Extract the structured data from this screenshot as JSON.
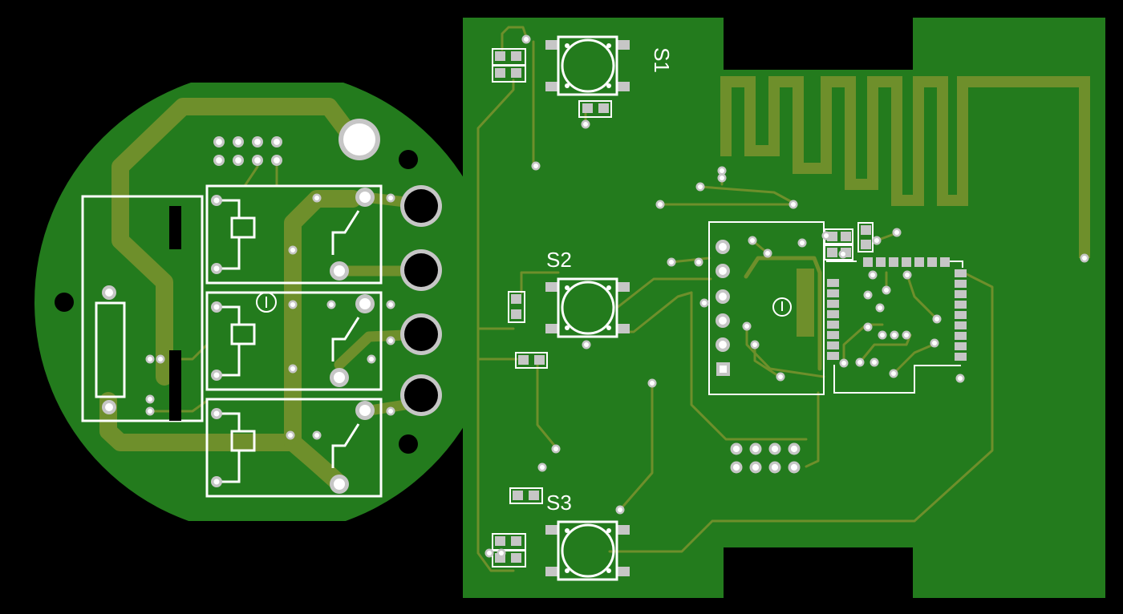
{
  "colors": {
    "background": "#000000",
    "board": "#237b1d",
    "copper": "#6e8f2b",
    "silkscreen": "#ffffff",
    "pad": "#c6c6c6",
    "hole": "#000000"
  },
  "switches": [
    {
      "label": "S1"
    },
    {
      "label": "S2"
    },
    {
      "label": "S3"
    }
  ]
}
